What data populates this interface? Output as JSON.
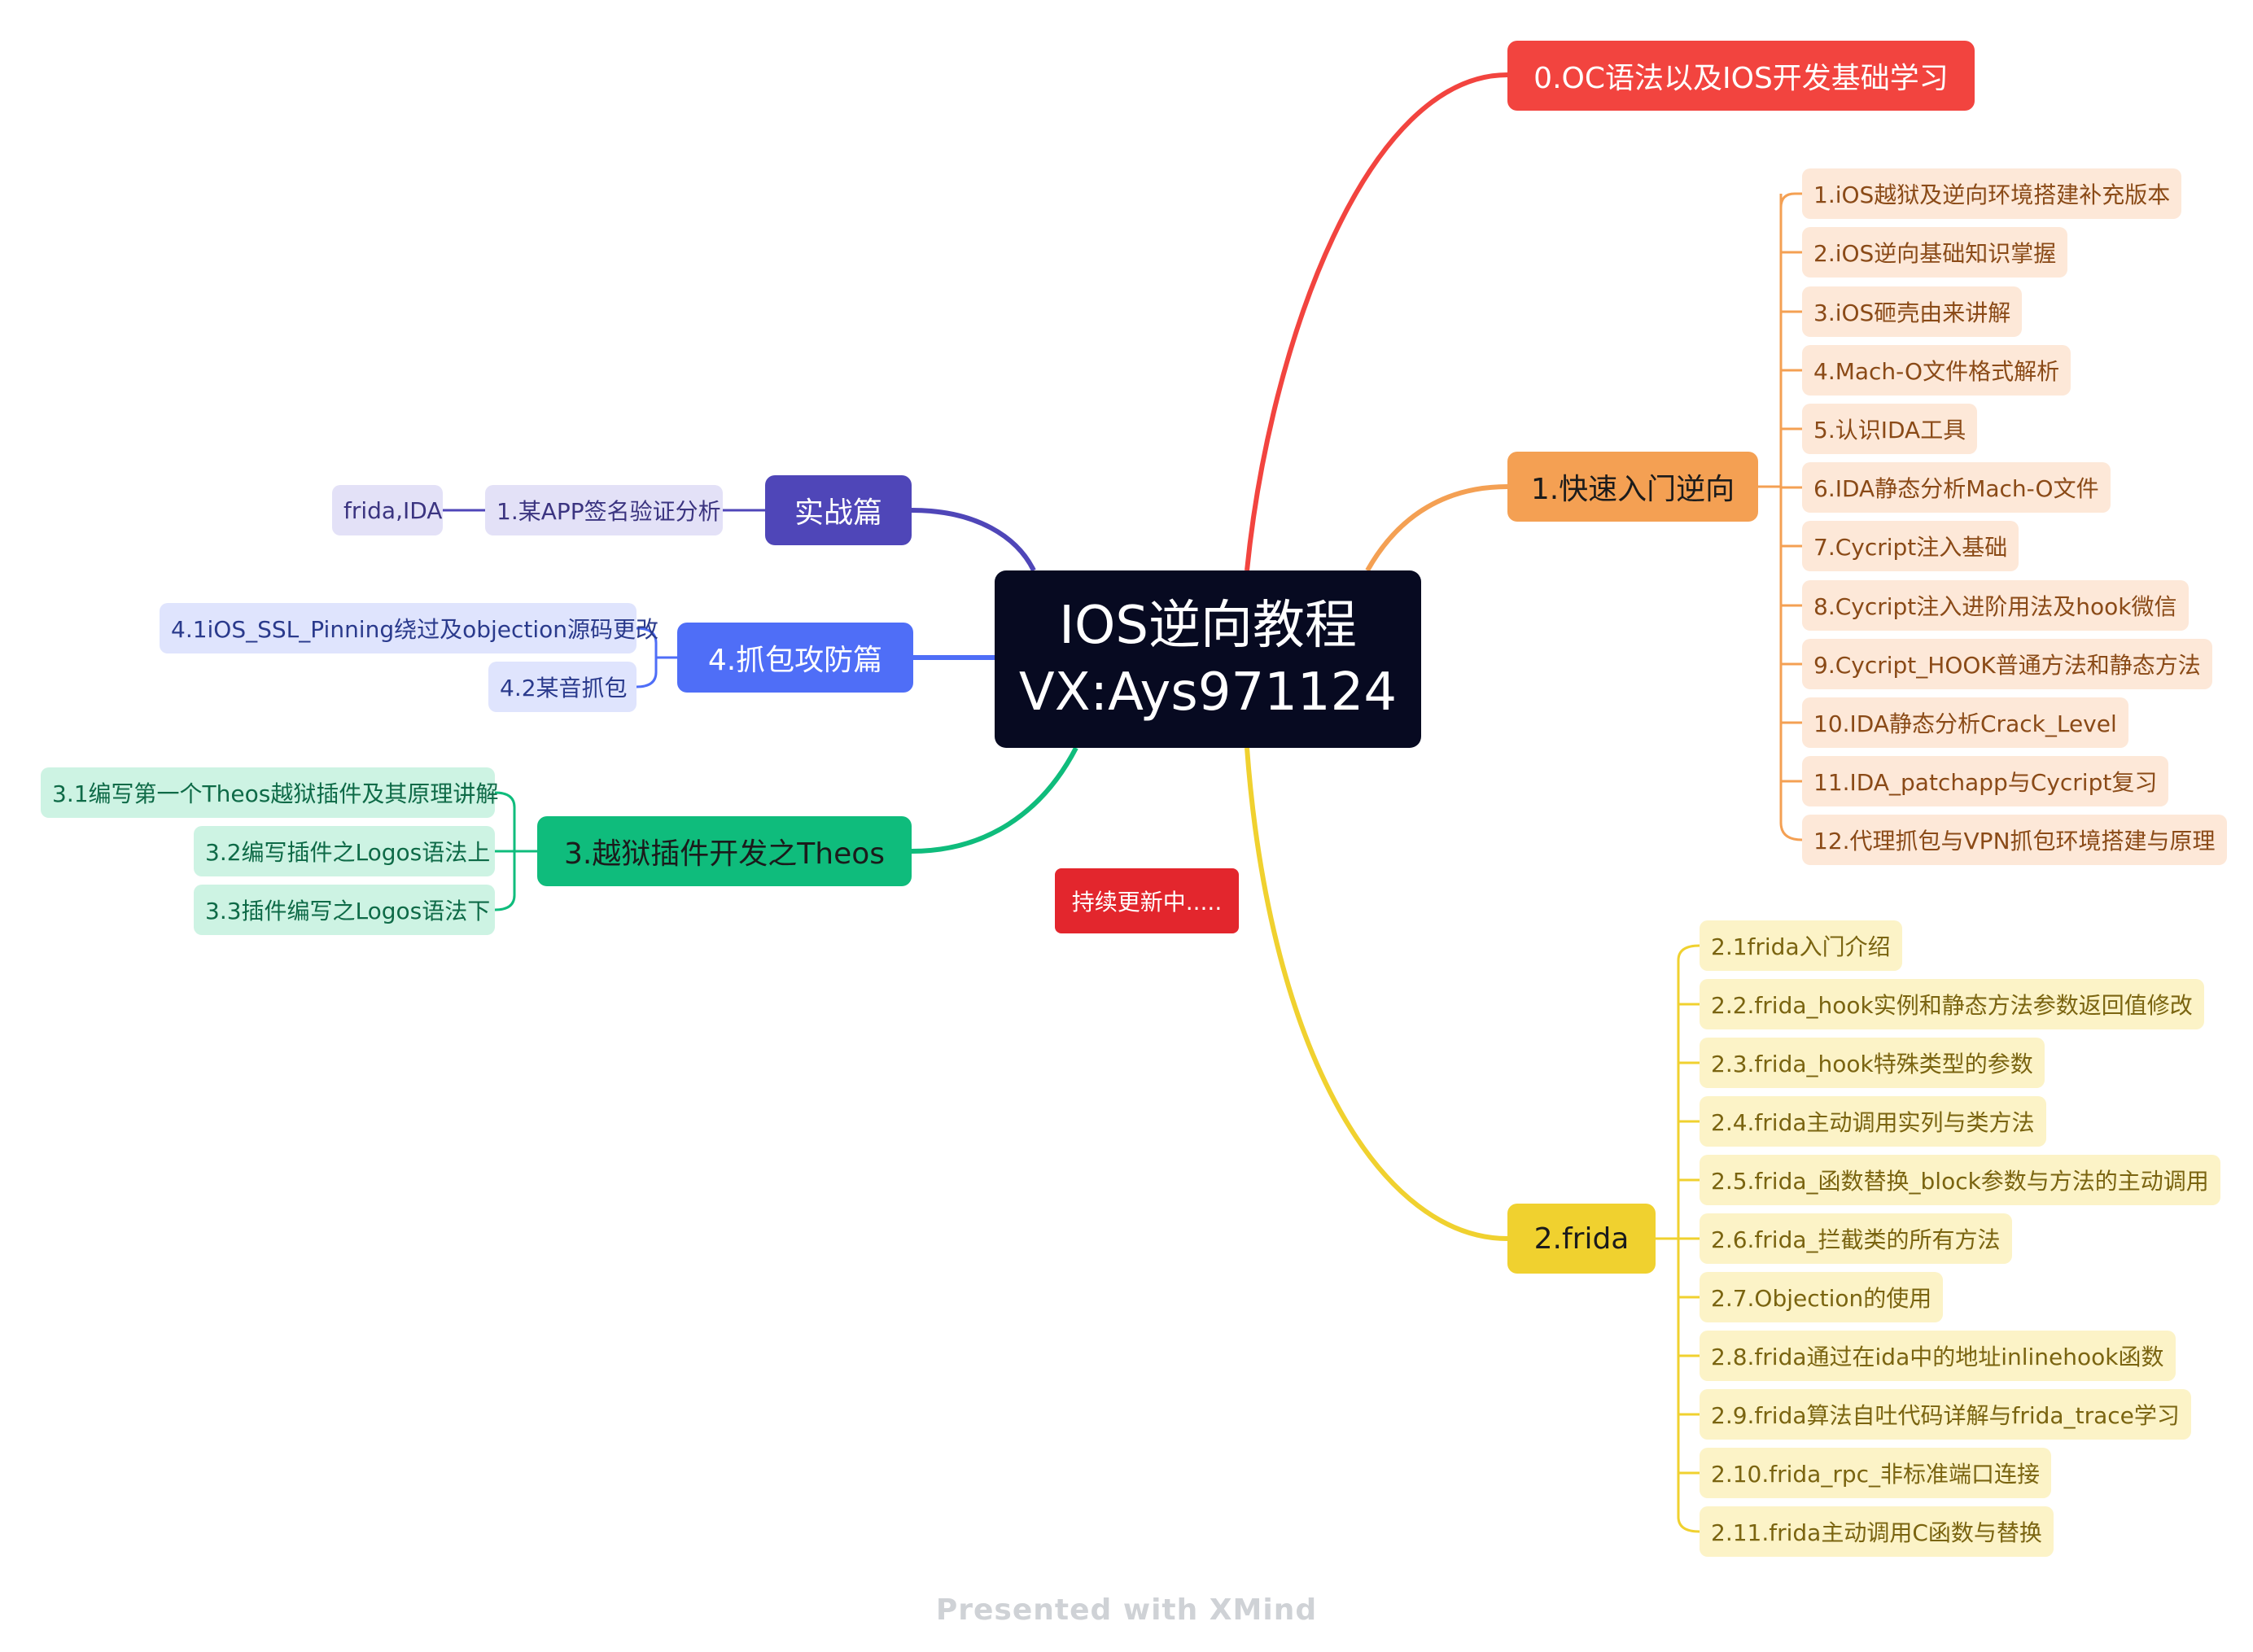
{
  "center": {
    "line1": "IOS逆向教程",
    "line2": "VX:Ays971124",
    "color": "#070a21"
  },
  "branch0": {
    "label": "0.OC语法以及IOS开发基础学习",
    "color": "#f2443f"
  },
  "branch1": {
    "label": "1.快速入门逆向",
    "color": "#f4a053",
    "items": [
      "1.iOS越狱及逆向环境搭建补充版本",
      "2.iOS逆向基础知识掌握",
      "3.iOS砸壳由来讲解",
      "4.Mach-O文件格式解析",
      "5.认识IDA工具",
      "6.IDA静态分析Mach-O文件",
      "7.Cycript注入基础",
      "8.Cycript注入进阶用法及hook微信",
      "9.Cycript_HOOK普通方法和静态方法",
      "10.IDA静态分析Crack_Level",
      "11.IDA_patchapp与Cycript复习",
      "12.代理抓包与VPN抓包环境搭建与原理"
    ]
  },
  "branch2": {
    "label": "2.frida",
    "color": "#f0d12f",
    "items": [
      "2.1frida入门介绍",
      "2.2.frida_hook实例和静态方法参数返回值修改",
      "2.3.frida_hook特殊类型的参数",
      "2.4.frida主动调用实列与类方法",
      "2.5.frida_函数替换_block参数与方法的主动调用",
      "2.6.frida_拦截类的所有方法",
      "2.7.Objection的使用",
      "2.8.frida通过在ida中的地址inlinehook函数",
      "2.9.frida算法自吐代码详解与frida_trace学习",
      "2.10.frida_rpc_非标准端口连接",
      "2.11.frida主动调用C函数与替换"
    ]
  },
  "branch3": {
    "label": "3.越狱插件开发之Theos",
    "color": "#0fbc7c",
    "items": [
      "3.1编写第一个Theos越狱插件及其原理讲解",
      "3.2编写插件之Logos语法上",
      "3.3插件编写之Logos语法下"
    ]
  },
  "branch4": {
    "label": "4.抓包攻防篇",
    "color": "#4f6ef7",
    "items": [
      "4.1iOS_SSL_Pinning绕过及objection源码更改",
      "4.2某音抓包"
    ]
  },
  "practice": {
    "label": "实战篇",
    "color": "#4f46b8",
    "child": "1.某APP签名验证分析",
    "grandchild": "frida,IDA"
  },
  "update": {
    "label": "持续更新中.....",
    "color": "#e3262d"
  },
  "footer": "Presented with XMind"
}
